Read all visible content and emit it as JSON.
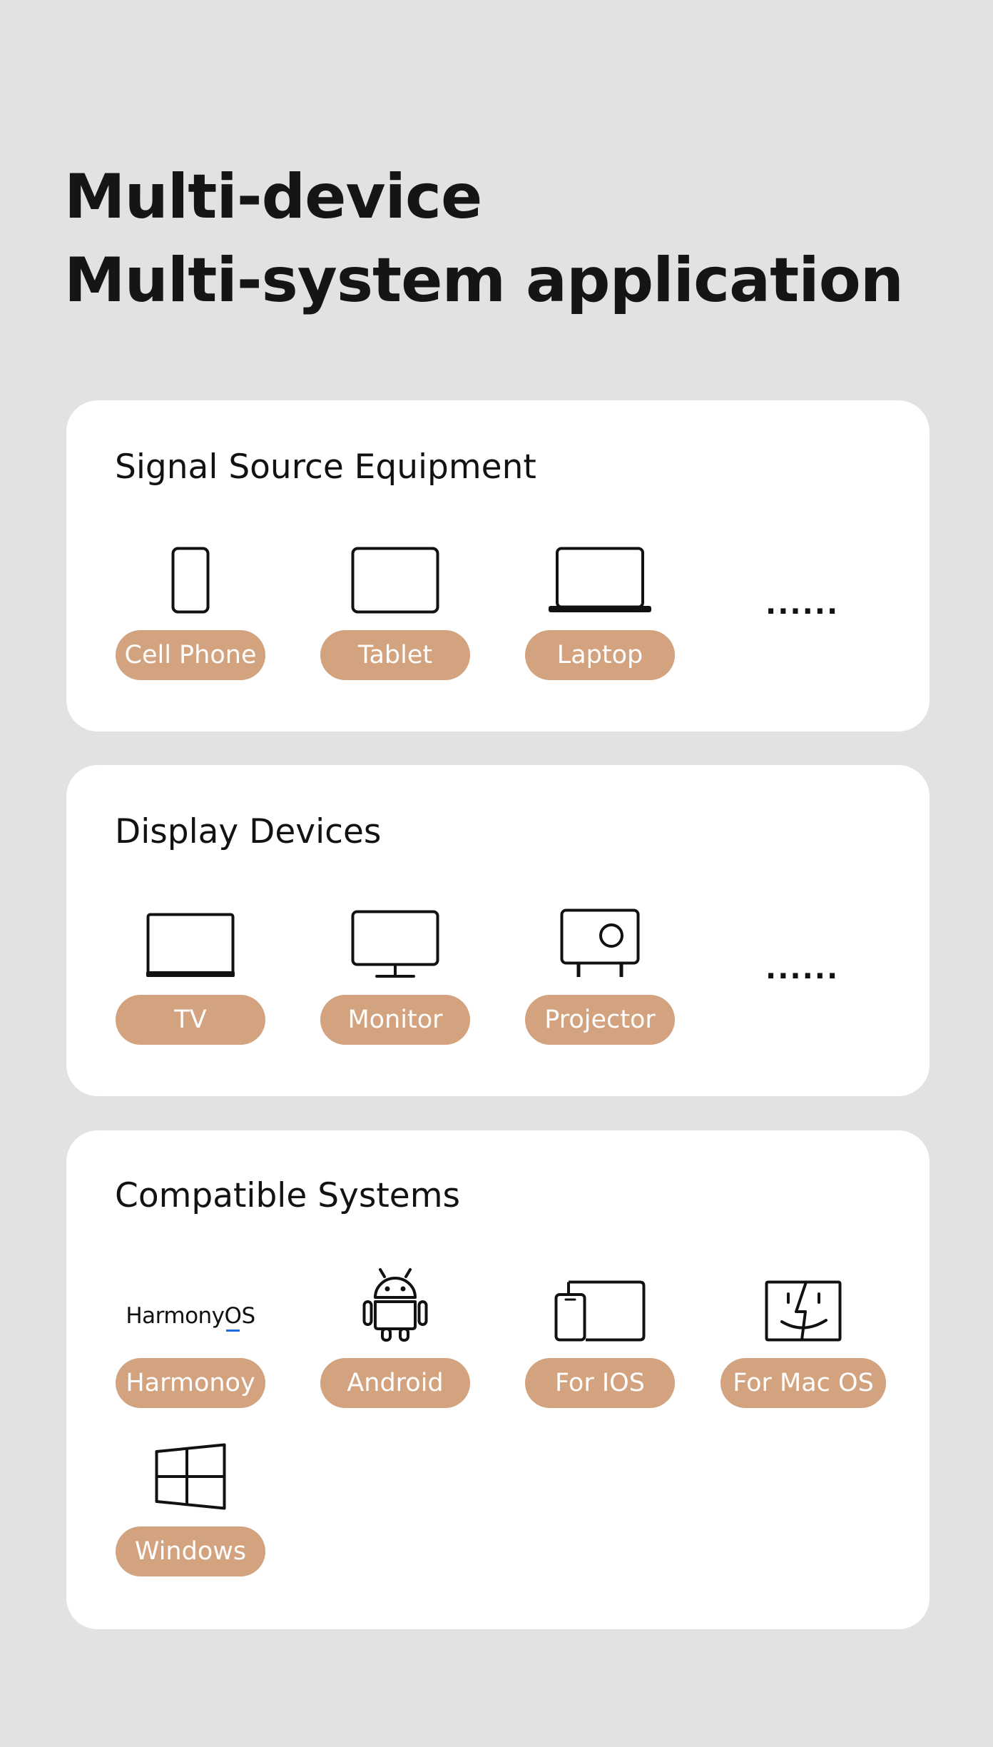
{
  "headline": {
    "line1": "Multi-device",
    "line2": "Multi-system application"
  },
  "colors": {
    "background": "#e2e2e2",
    "card": "#ffffff",
    "pill": "#d3a27e",
    "pill_text": "#ffffff",
    "text": "#121212"
  },
  "signal_source": {
    "title": "Signal Source Equipment",
    "items": [
      {
        "icon": "cell-phone-icon",
        "label": "Cell Phone"
      },
      {
        "icon": "tablet-icon",
        "label": "Tablet"
      },
      {
        "icon": "laptop-icon",
        "label": "Laptop"
      }
    ],
    "more": "......"
  },
  "display_devices": {
    "title": "Display Devices",
    "items": [
      {
        "icon": "tv-icon",
        "label": "TV"
      },
      {
        "icon": "monitor-icon",
        "label": "Monitor"
      },
      {
        "icon": "projector-icon",
        "label": "Projector"
      }
    ],
    "more": "......"
  },
  "compatible_systems": {
    "title": "Compatible Systems",
    "harmony_logo": {
      "prefix": "Harmony",
      "o": "O",
      "s": "S"
    },
    "items": [
      {
        "icon": "harmonyos-logo",
        "label": "Harmonoy"
      },
      {
        "icon": "android-icon",
        "label": "Android"
      },
      {
        "icon": "ios-devices-icon",
        "label": "For IOS"
      },
      {
        "icon": "mac-finder-icon",
        "label": "For Mac OS"
      },
      {
        "icon": "windows-icon",
        "label": "Windows"
      }
    ]
  }
}
